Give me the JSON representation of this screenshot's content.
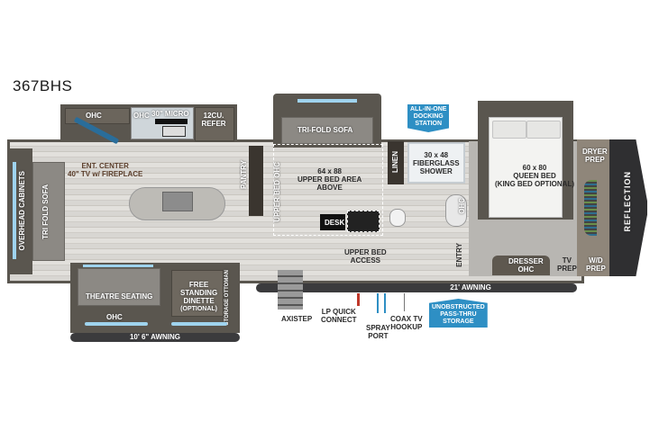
{
  "model": "367BHS",
  "brand": "REFLECTION",
  "rooms": {
    "kitchen": {
      "ohc_left": "OHC",
      "ohc_micro": "OHC",
      "micro": "30\" MICRO",
      "refer": "12CU. REFER",
      "ent_center_1": "ENT. CENTER",
      "ent_center_2": "40\" TV w/ FIREPLACE",
      "pantry": "PANTRY"
    },
    "rear": {
      "overhead_cabinets": "OVERHEAD CABINETS",
      "tri_fold_sofa": "TRI FOLD SOFA"
    },
    "slide_front": {
      "tri_fold_sofa": "TRI-FOLD SOFA",
      "upper_bed_ohc": "UPPER BED OHC",
      "upper_bed_1": "64 x 88",
      "upper_bed_2": "UPPER BED AREA",
      "upper_bed_3": "ABOVE",
      "desk": "DESK",
      "upper_bed_access_1": "UPPER BED",
      "upper_bed_access_2": "ACCESS"
    },
    "bath": {
      "linen": "LINEN",
      "shower_1": "30 x 48",
      "shower_2": "FIBERGLASS",
      "shower_3": "SHOWER",
      "ohc": "OHC",
      "entry": "ENTRY"
    },
    "bedroom": {
      "bed_1": "60 x 80",
      "bed_2": "QUEEN BED",
      "bed_3": "(KING BED OPTIONAL)",
      "dresser_1": "DRESSER",
      "dresser_2": "OHC",
      "tv_prep_1": "TV",
      "tv_prep_2": "PREP",
      "dryer_prep_1": "DRYER",
      "dryer_prep_2": "PREP",
      "wd_prep_1": "W/D",
      "wd_prep_2": "PREP"
    },
    "slide_rear": {
      "theatre_seating": "THEATRE SEATING",
      "ohc": "OHC",
      "dinette_1": "FREE",
      "dinette_2": "STANDING",
      "dinette_3": "DINETTE",
      "dinette_4": "(OPTIONAL)",
      "storage_ottoman": "STORAGE OTTOMAN"
    }
  },
  "exterior": {
    "awning_small": "10' 6\" AWNING",
    "awning_large": "21' AWNING",
    "axistep": "AXISTEP",
    "lp_1": "LP QUICK",
    "lp_2": "CONNECT",
    "spray_1": "SPRAY",
    "spray_2": "PORT",
    "coax_1": "COAX TV",
    "coax_2": "HOOKUP"
  },
  "callouts": {
    "docking_1": "ALL-IN-ONE",
    "docking_2": "DOCKING",
    "docking_3": "STATION",
    "storage_1": "UNOBSTRUCTED",
    "storage_2": "PASS-THRU",
    "storage_3": "STORAGE"
  },
  "colors": {
    "callout_blue": "#2e8fc4",
    "wall": "#5a564f",
    "awning": "#3b3b3d",
    "glass": "#9fd3ee"
  }
}
